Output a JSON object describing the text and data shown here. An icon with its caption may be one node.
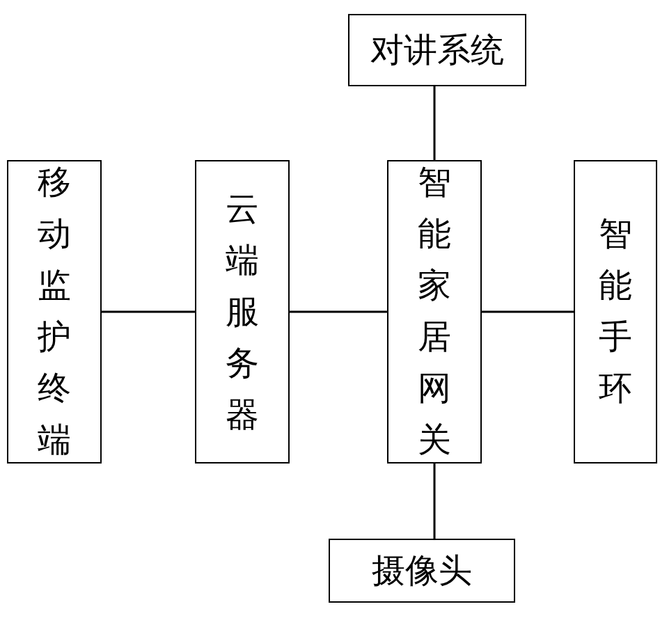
{
  "diagram": {
    "nodes": [
      {
        "text": [
          "对讲系统"
        ]
      },
      {
        "text": [
          "移动监护终端"
        ]
      },
      {
        "text": [
          "云端服务器"
        ]
      },
      {
        "text": [
          "智能家居网关"
        ]
      },
      {
        "text": [
          "智能手环"
        ]
      },
      {
        "text": [
          "摄像头"
        ]
      }
    ],
    "edges": [
      {
        "from": 3,
        "to": 0,
        "arrow": "none"
      },
      {
        "from": 1,
        "to": 2,
        "arrow": "none"
      },
      {
        "from": 2,
        "to": 3,
        "arrow": "none"
      },
      {
        "from": 3,
        "to": 4,
        "arrow": "none"
      },
      {
        "from": 3,
        "to": 5,
        "arrow": "none"
      }
    ]
  }
}
